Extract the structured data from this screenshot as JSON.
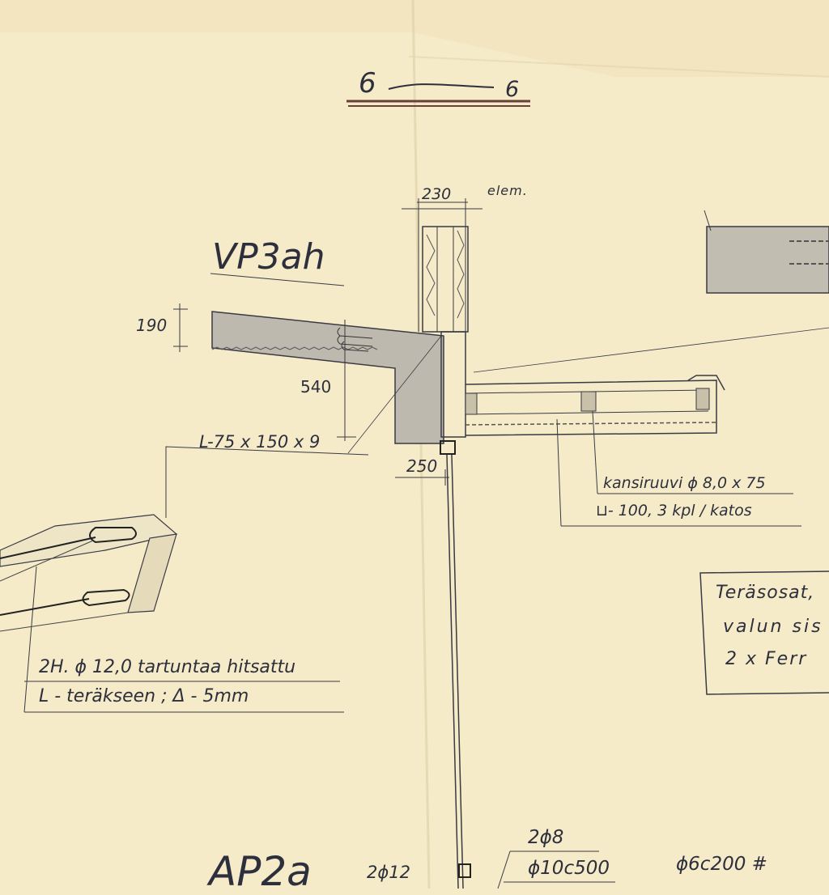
{
  "drawing": {
    "section_mark_left": "6",
    "section_mark_right": "6",
    "wall_dim": "230",
    "wall_note": "elem.",
    "slab_id": "VP3ah",
    "slab_thickness": "190",
    "beam_height": "540",
    "beam_offset": "250",
    "angle_profile": "L-75 x 150 x 9",
    "screw_note": "kansiruuvi ϕ 8,0 x 75",
    "channel_note": "⊔- 100,  3 kpl / katos",
    "rebar_note_line1": "2H. ϕ 12,0 tartuntaa hitsattu",
    "rebar_note_line2": "L - teräkseen ; Δ - 5mm",
    "box_note_line1": "Teräsosat,",
    "box_note_line2": "valun sis",
    "box_note_line3": "2 x Ferr",
    "bottom_id": "AP2a",
    "rebar_1": "2ϕ8",
    "rebar_2": "ϕ10c500",
    "rebar_3": "ϕ6c200 #",
    "rebar_4": "2ϕ12"
  },
  "colors": {
    "paper": "#f5ebc9",
    "ink": "#2e2f3c",
    "concrete": "#b8b4aa",
    "section_underline": "#8a4a3a"
  }
}
